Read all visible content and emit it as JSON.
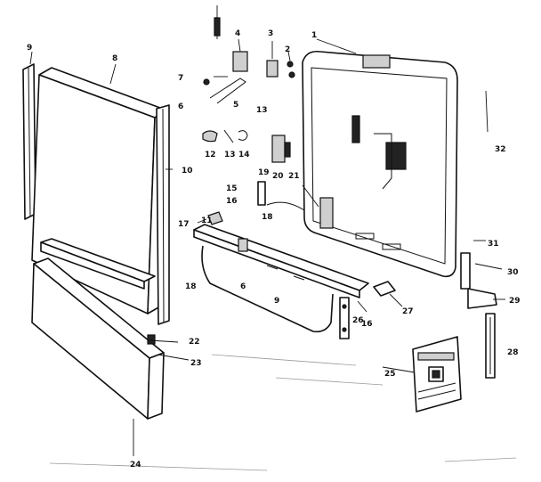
{
  "callouts": [
    "1",
    "2",
    "3",
    "4",
    "5",
    "6",
    "7",
    "8",
    "9",
    "10",
    "11",
    "12",
    "13",
    "13",
    "14",
    "15",
    "16",
    "16",
    "17",
    "18",
    "19",
    "20",
    "21",
    "22",
    "23",
    "24",
    "25",
    "26",
    "27",
    "28",
    "29",
    "30",
    "31",
    "32",
    "6",
    "9",
    "18"
  ]
}
